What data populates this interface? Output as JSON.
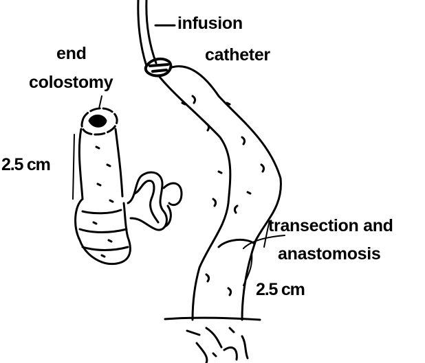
{
  "diagram": {
    "labels": {
      "end_colostomy_line1": "end",
      "end_colostomy_line2": "colostomy",
      "left_measure": "2.5 cm",
      "infusion_line1": "infusion",
      "infusion_line2": "catheter",
      "transection_line1": "transection and",
      "transection_line2": "anastomosis",
      "right_measure": "2.5 cm"
    },
    "colors": {
      "ink": "#000000",
      "background": "#ffffff"
    }
  }
}
